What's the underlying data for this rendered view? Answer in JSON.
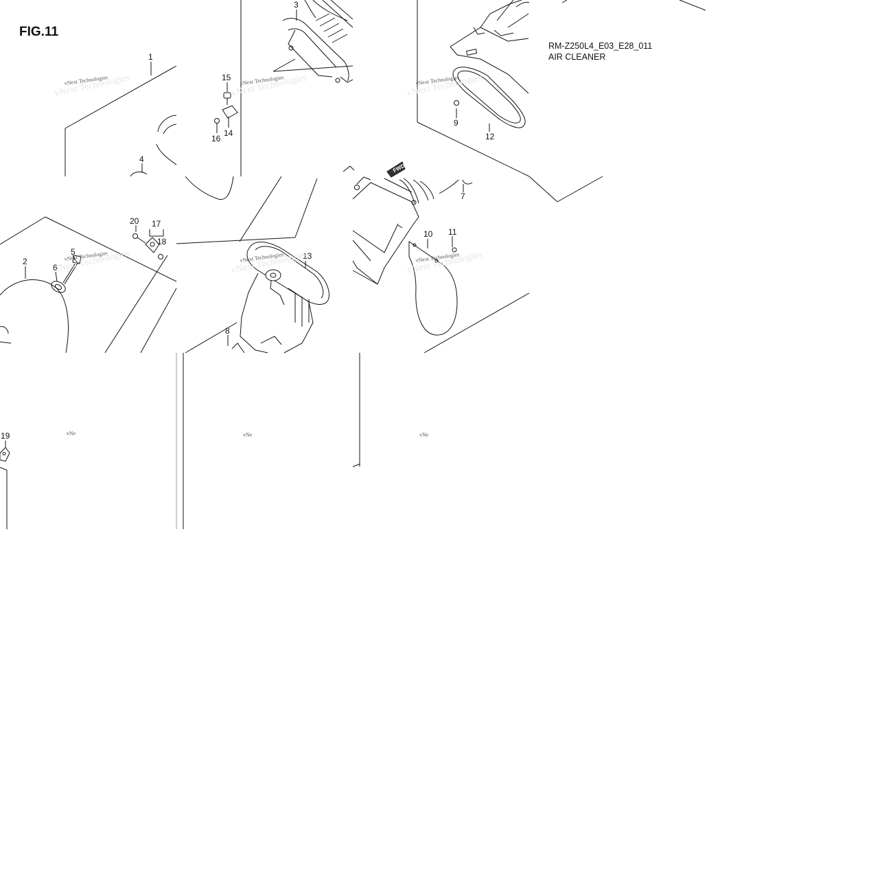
{
  "figure": {
    "title": "FIG.11",
    "code": "RM-Z250L4_E03_E28_011",
    "name": "AIR CLEANER"
  },
  "watermark": {
    "text": "vNext Technologies",
    "clipped_text": "vNe"
  },
  "callouts": [
    "1",
    "2",
    "3",
    "4",
    "5",
    "6",
    "7",
    "8",
    "9",
    "10",
    "11",
    "12",
    "13",
    "14",
    "15",
    "16",
    "17",
    "18",
    "19",
    "20"
  ]
}
